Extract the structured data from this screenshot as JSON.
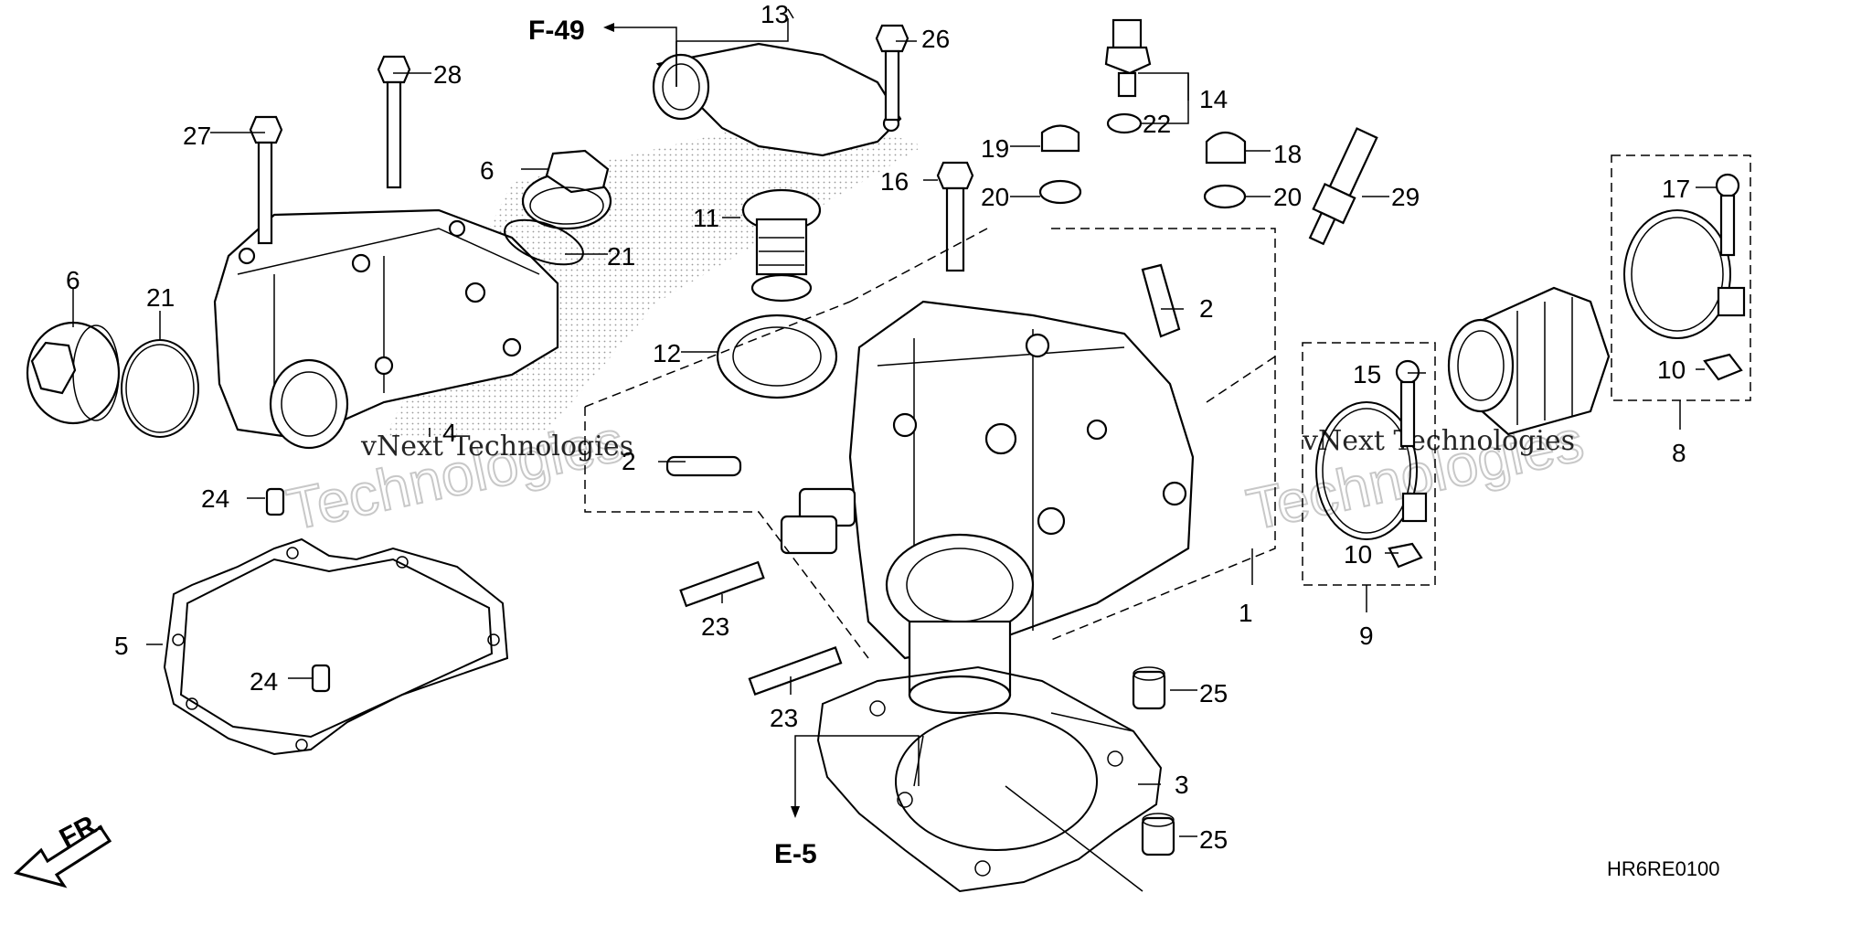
{
  "diagram": {
    "ref_labels": {
      "f49": "F-49",
      "e5": "E-5",
      "front": "FR."
    },
    "diagram_code": "HR6RE0100",
    "watermarks": {
      "line1": "vNext Technologies",
      "line2": "Technologies"
    },
    "callouts": [
      {
        "id": "c1",
        "text": "1"
      },
      {
        "id": "c2a",
        "text": "2"
      },
      {
        "id": "c2b",
        "text": "2"
      },
      {
        "id": "c3",
        "text": "3"
      },
      {
        "id": "c4",
        "text": "4"
      },
      {
        "id": "c5",
        "text": "5"
      },
      {
        "id": "c6a",
        "text": "6"
      },
      {
        "id": "c6b",
        "text": "6"
      },
      {
        "id": "c8",
        "text": "8"
      },
      {
        "id": "c9",
        "text": "9"
      },
      {
        "id": "c10a",
        "text": "10"
      },
      {
        "id": "c10b",
        "text": "10"
      },
      {
        "id": "c11",
        "text": "11"
      },
      {
        "id": "c12",
        "text": "12"
      },
      {
        "id": "c13",
        "text": "13"
      },
      {
        "id": "c14",
        "text": "14"
      },
      {
        "id": "c15",
        "text": "15"
      },
      {
        "id": "c16",
        "text": "16"
      },
      {
        "id": "c17",
        "text": "17"
      },
      {
        "id": "c18",
        "text": "18"
      },
      {
        "id": "c19",
        "text": "19"
      },
      {
        "id": "c20a",
        "text": "20"
      },
      {
        "id": "c20b",
        "text": "20"
      },
      {
        "id": "c21a",
        "text": "21"
      },
      {
        "id": "c21b",
        "text": "21"
      },
      {
        "id": "c22",
        "text": "22"
      },
      {
        "id": "c23a",
        "text": "23"
      },
      {
        "id": "c23b",
        "text": "23"
      },
      {
        "id": "c24a",
        "text": "24"
      },
      {
        "id": "c24b",
        "text": "24"
      },
      {
        "id": "c25a",
        "text": "25"
      },
      {
        "id": "c25b",
        "text": "25"
      },
      {
        "id": "c26",
        "text": "26"
      },
      {
        "id": "c27",
        "text": "27"
      },
      {
        "id": "c28",
        "text": "28"
      },
      {
        "id": "c29",
        "text": "29"
      }
    ]
  }
}
